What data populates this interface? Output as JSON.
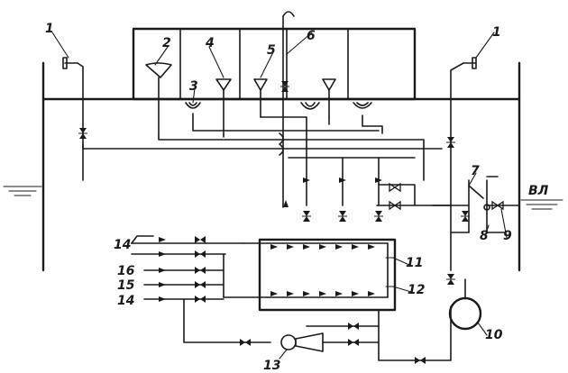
{
  "labels": {
    "n1_left": "1",
    "n1_right": "1",
    "n2": "2",
    "n3": "3",
    "n4": "4",
    "n5": "5",
    "n6": "6",
    "n7": "7",
    "n8": "8",
    "n9": "9",
    "n10": "10",
    "n11": "11",
    "n12": "12",
    "n13": "13",
    "n14_top": "14",
    "n16": "16",
    "n15": "15",
    "n14_bottom": "14",
    "vl": "ВЛ"
  }
}
